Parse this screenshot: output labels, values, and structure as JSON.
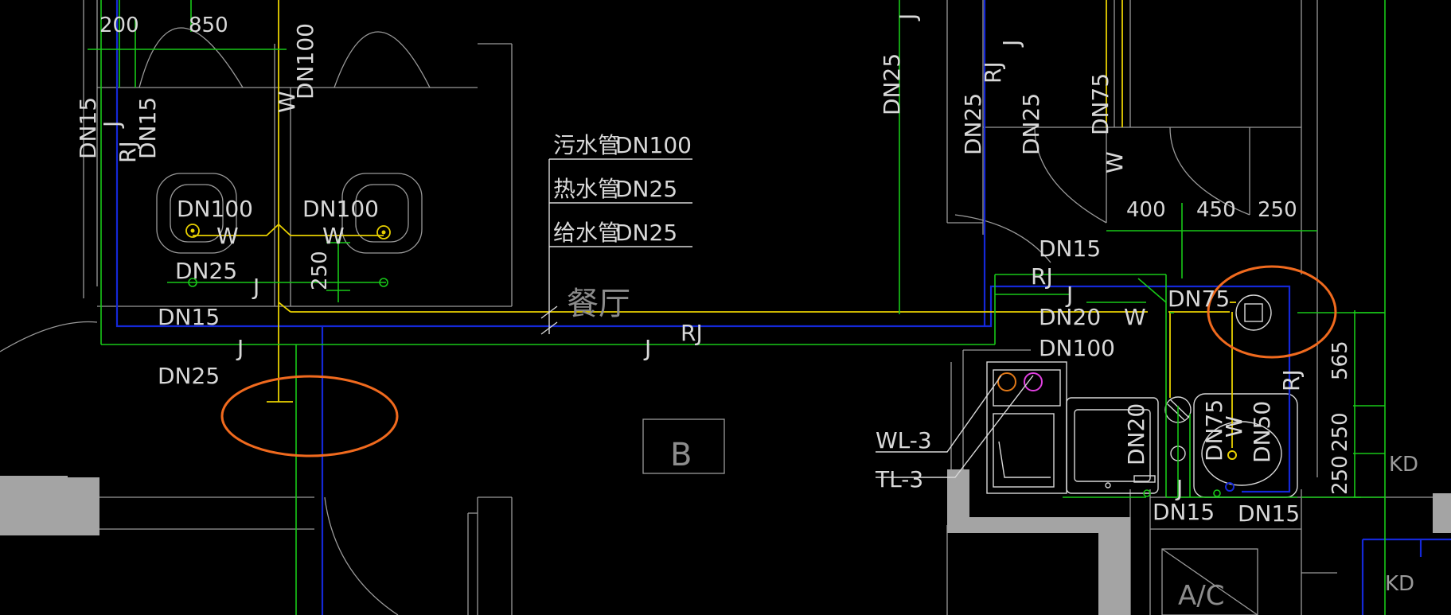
{
  "legend": [
    {
      "name": "污水管",
      "size": "DN100"
    },
    {
      "name": "热水管",
      "size": "DN25"
    },
    {
      "name": "给水管",
      "size": "DN25"
    }
  ],
  "room_label": "餐厅",
  "grid_label": "B",
  "riser_labels": [
    "WL-3",
    "TL-3"
  ],
  "pipe_codes": {
    "J": "J",
    "RJ": "RJ",
    "W": "W",
    "KD": "KD",
    "AC": "A/C"
  },
  "sizes": {
    "dn15": "DN15",
    "dn20": "DN20",
    "dn25": "DN25",
    "dn50": "DN50",
    "dn75": "DN75",
    "dn100": "DN100"
  },
  "dims": {
    "d200": "200",
    "d850": "850",
    "d250": "250",
    "d400": "400",
    "d450": "450",
    "d565": "565"
  },
  "highlights": [
    {
      "target": "left pipe riser end",
      "color": "#f06a1e"
    },
    {
      "target": "floor drain DN75",
      "color": "#f06a1e"
    }
  ],
  "colors": {
    "background": "#000000",
    "water_supply": "#18c818",
    "drain": "#e8d000",
    "hot_water": "#1428d8",
    "walls": "#9a9a9a",
    "highlight": "#f06a1e"
  }
}
